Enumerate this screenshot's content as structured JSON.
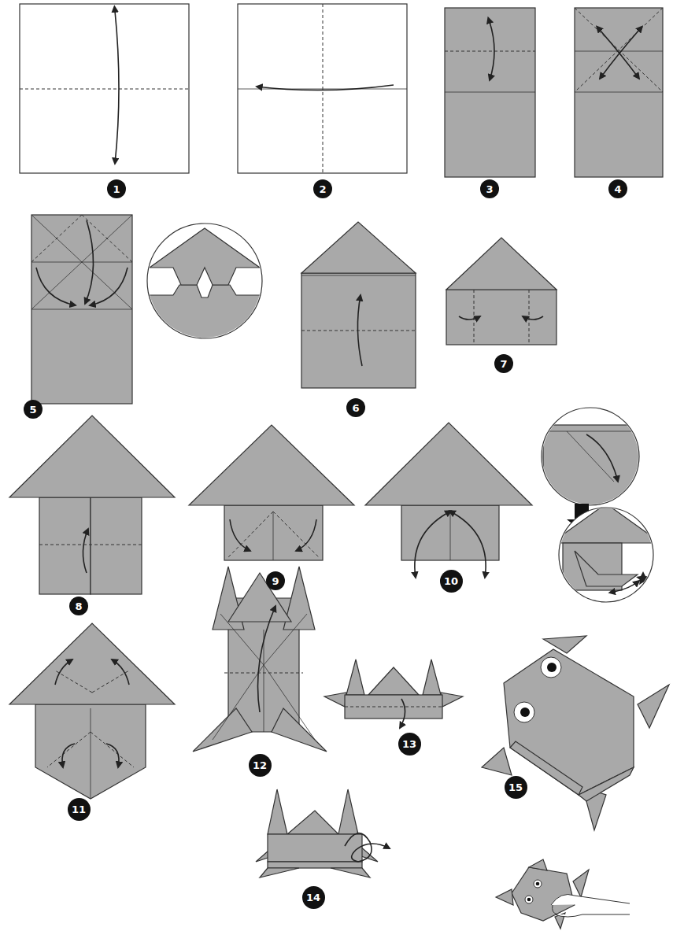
{
  "diagram": {
    "nodes": [
      {
        "text": [
          "1"
        ]
      },
      {
        "text": [
          "2"
        ]
      },
      {
        "text": [
          "3"
        ]
      },
      {
        "text": [
          "4"
        ]
      },
      {
        "text": [
          "5"
        ]
      },
      {
        "text": [
          "6"
        ]
      },
      {
        "text": [
          "7"
        ]
      },
      {
        "text": [
          "8"
        ]
      },
      {
        "text": [
          "9"
        ]
      },
      {
        "text": [
          "10"
        ]
      },
      {
        "text": [
          "11"
        ]
      },
      {
        "text": [
          "12"
        ]
      },
      {
        "text": [
          "13"
        ]
      },
      {
        "text": [
          "14"
        ]
      },
      {
        "text": [
          "15"
        ]
      }
    ]
  }
}
